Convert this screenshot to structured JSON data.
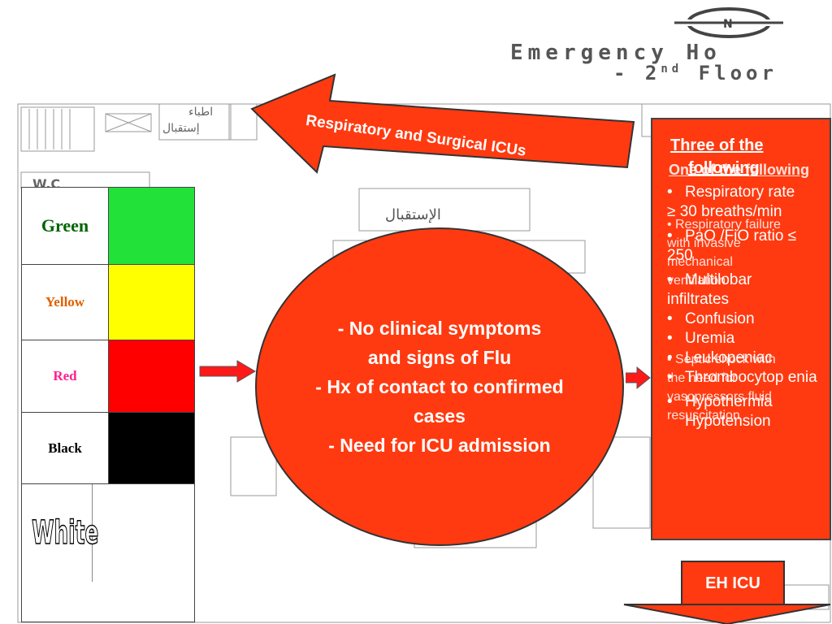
{
  "header": {
    "title_line1": "Emergency  Ho",
    "title_line2_prefix": "- 2",
    "title_line2_sup": "nd",
    "title_line2_suffix": " Floor"
  },
  "floorplan_labels": {
    "reception_arabic": "الإستقبال",
    "doctors_arabic": "اطباء",
    "reception_small_arabic": "إستقبال",
    "wc": "W.C"
  },
  "top_arrow": {
    "label": "Respiratory and Surgical ICUs"
  },
  "triage": [
    {
      "label": "Green",
      "text_color": "#006400",
      "swatch": "#22e23a"
    },
    {
      "label": "Yellow",
      "text_color": "#e06000",
      "swatch": "#ffff00"
    },
    {
      "label": "Red",
      "text_color": "#ff1f8f",
      "swatch": "#ff0000"
    },
    {
      "label": "Black",
      "text_color": "#000000",
      "swatch": "#000000"
    },
    {
      "label": "White",
      "text_color": "#ffffff",
      "swatch": "#ffffff"
    }
  ],
  "center": {
    "lines": [
      "- No clinical symptoms",
      "and  signs of Flu",
      "- Hx of contact to confirmed",
      "cases",
      "- Need for ICU admission"
    ]
  },
  "criteria": {
    "title_a": "Three of the",
    "title_b": "following",
    "items": [
      "Respiratory rate ≥ 30 breaths/min",
      "PaO /FiO ratio ≤ 250",
      "Multilobar infiltrates",
      "Confusion",
      "Uremia",
      "Leukopeniac",
      "Thrombocytop enia",
      "Hypothermia",
      "Hypotension"
    ],
    "overlay_title": "One of the following",
    "overlay_items": [
      "Respiratory failure with invasive mechanical ventilation",
      "Septic shock with the need for vasopressors fluid resuscitation"
    ]
  },
  "eh_icu": {
    "label": "EH ICU"
  },
  "colors": {
    "accent_red": "#ff3a10"
  }
}
